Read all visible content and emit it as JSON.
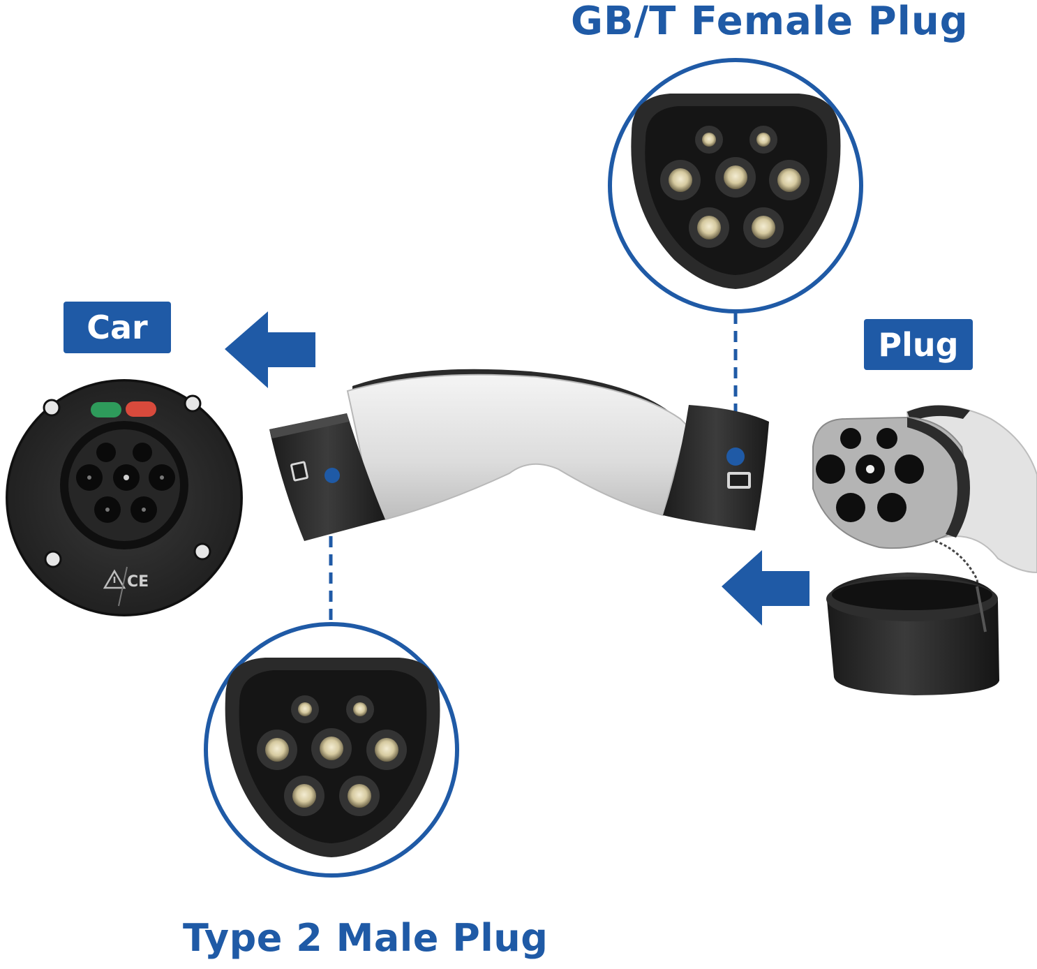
{
  "labels": {
    "gbt_female_plug": "GB/T  Female Plug",
    "type2_male_plug": "Type 2 Male Plug",
    "car": "Car",
    "plug": "Plug",
    "ce_mark": "CE"
  },
  "icons": [
    "arrow-left-icon",
    "pin-marker-icon",
    "warning-triangle-icon"
  ],
  "colors": {
    "accent_blue": "#1f5aa6",
    "connector_black": "#2b2b2b",
    "housing_white": "#e9e9e9",
    "indicator_green": "#2e9b5b",
    "indicator_red": "#d84a3c"
  }
}
